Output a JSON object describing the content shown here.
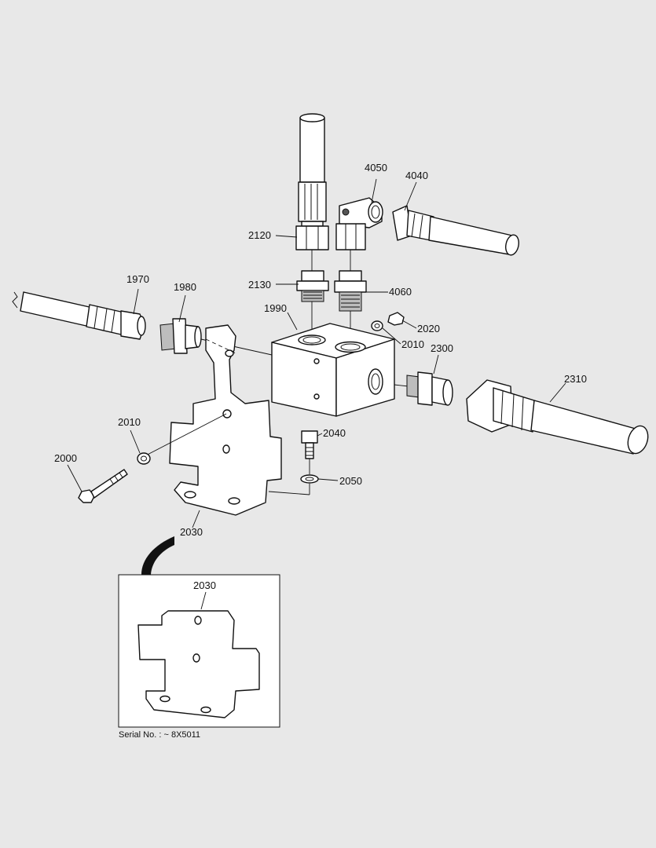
{
  "diagram": {
    "labels": [
      {
        "id": "l-2120",
        "text": "2120"
      },
      {
        "id": "l-4050",
        "text": "4050"
      },
      {
        "id": "l-4040",
        "text": "4040"
      },
      {
        "id": "l-2130",
        "text": "2130"
      },
      {
        "id": "l-4060",
        "text": "4060"
      },
      {
        "id": "l-1970",
        "text": "1970"
      },
      {
        "id": "l-1980",
        "text": "1980"
      },
      {
        "id": "l-1990",
        "text": "1990"
      },
      {
        "id": "l-2020",
        "text": "2020"
      },
      {
        "id": "l-2010a",
        "text": "2010"
      },
      {
        "id": "l-2300",
        "text": "2300"
      },
      {
        "id": "l-2310",
        "text": "2310"
      },
      {
        "id": "l-2010b",
        "text": "2010"
      },
      {
        "id": "l-2040",
        "text": "2040"
      },
      {
        "id": "l-2000",
        "text": "2000"
      },
      {
        "id": "l-2050",
        "text": "2050"
      },
      {
        "id": "l-2030a",
        "text": "2030"
      },
      {
        "id": "l-2030b",
        "text": "2030"
      }
    ],
    "inset_caption": "Serial No. : ~ 8X5011"
  }
}
